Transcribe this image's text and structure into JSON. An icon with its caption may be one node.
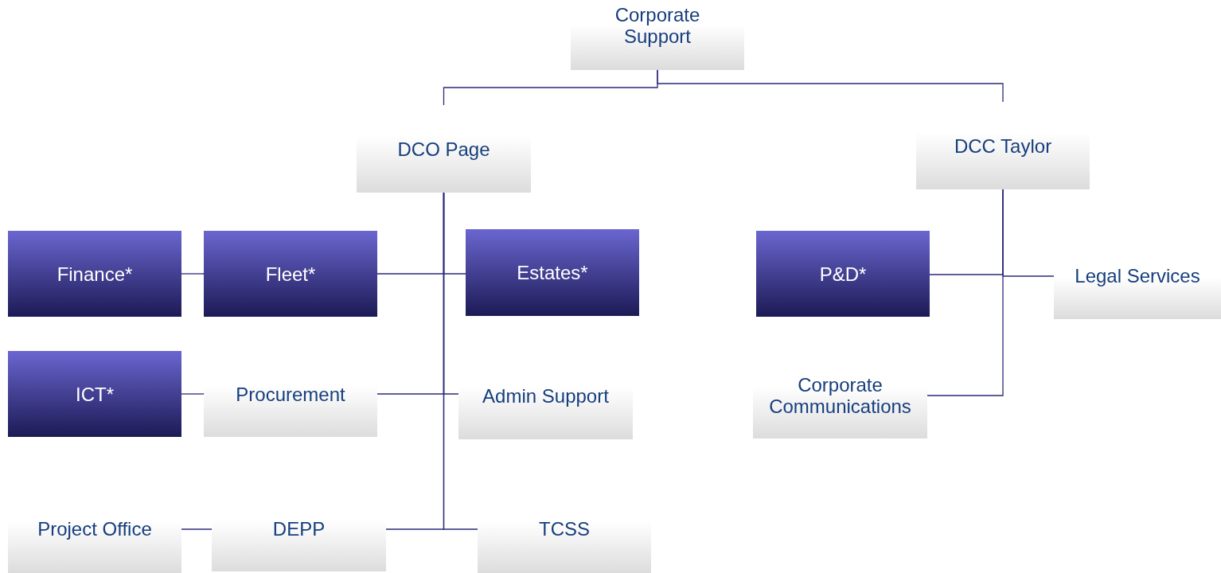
{
  "diagram": {
    "nodes": [
      {
        "text": [
          "Corporate Support"
        ]
      },
      {
        "text": [
          "DCO Page"
        ]
      },
      {
        "text": [
          "DCC Taylor"
        ]
      },
      {
        "text": [
          "Finance*"
        ]
      },
      {
        "text": [
          "Fleet*"
        ]
      },
      {
        "text": [
          "Estates*"
        ]
      },
      {
        "text": [
          "P&D*"
        ]
      },
      {
        "text": [
          "Legal Services"
        ]
      },
      {
        "text": [
          "ICT*"
        ]
      },
      {
        "text": [
          "Procurement"
        ]
      },
      {
        "text": [
          "Admin Support"
        ]
      },
      {
        "text": [
          "Corporate Communications"
        ]
      },
      {
        "text": [
          "Project Office"
        ]
      },
      {
        "text": [
          "DEPP"
        ]
      },
      {
        "text": [
          "TCSS"
        ]
      }
    ],
    "edges": [
      {
        "from": 0,
        "to": 1,
        "arrow": "none"
      },
      {
        "from": 0,
        "to": 2,
        "arrow": "none"
      },
      {
        "from": 1,
        "to": 4,
        "arrow": "none"
      },
      {
        "from": 1,
        "to": 5,
        "arrow": "none"
      },
      {
        "from": 3,
        "to": 4,
        "arrow": "none"
      },
      {
        "from": 1,
        "to": 9,
        "arrow": "none"
      },
      {
        "from": 1,
        "to": 10,
        "arrow": "none"
      },
      {
        "from": 8,
        "to": 9,
        "arrow": "none"
      },
      {
        "from": 1,
        "to": 13,
        "arrow": "none"
      },
      {
        "from": 1,
        "to": 14,
        "arrow": "none"
      },
      {
        "from": 12,
        "to": 13,
        "arrow": "none"
      },
      {
        "from": 2,
        "to": 6,
        "arrow": "none"
      },
      {
        "from": 2,
        "to": 7,
        "arrow": "none"
      },
      {
        "from": 2,
        "to": 11,
        "arrow": "none"
      }
    ]
  }
}
